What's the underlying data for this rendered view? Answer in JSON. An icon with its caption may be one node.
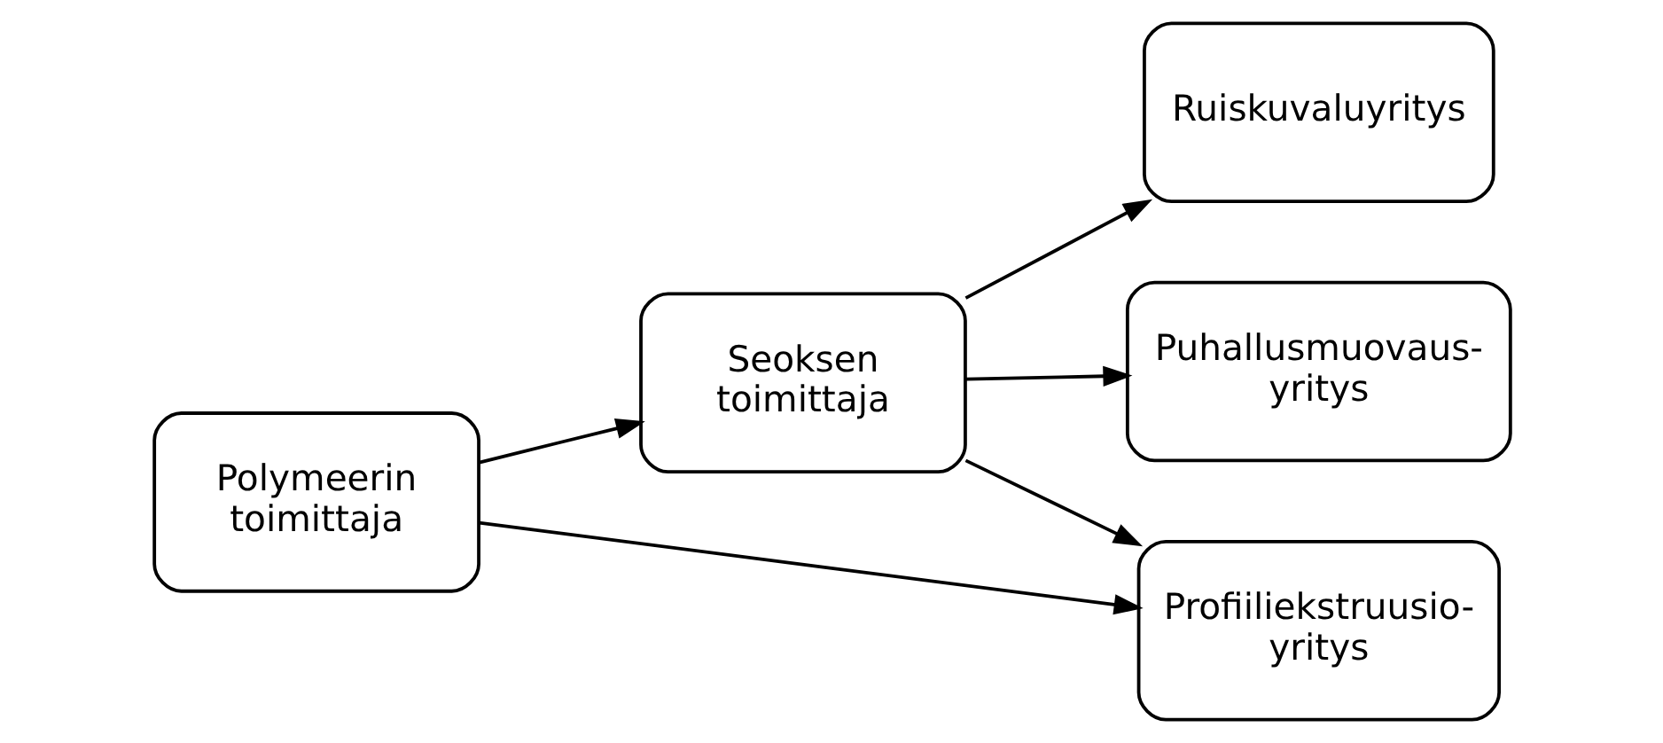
{
  "diagram": {
    "nodes": [
      {
        "text": [
          "Polymeerin toimittaja"
        ]
      },
      {
        "text": [
          "Seoksen toimittaja"
        ]
      },
      {
        "text": [
          "Ruiskuvaluyritys"
        ]
      },
      {
        "text": [
          "Puhallusmuovaus- yritys"
        ]
      },
      {
        "text": [
          "Profiiliekstruusio- yritys"
        ]
      }
    ],
    "edges": [
      {
        "from": 0,
        "to": 1,
        "arrow": "to"
      },
      {
        "from": 1,
        "to": 2,
        "arrow": "to"
      },
      {
        "from": 1,
        "to": 3,
        "arrow": "to"
      },
      {
        "from": 1,
        "to": 4,
        "arrow": "to"
      },
      {
        "from": 0,
        "to": 4,
        "arrow": "to"
      }
    ]
  }
}
